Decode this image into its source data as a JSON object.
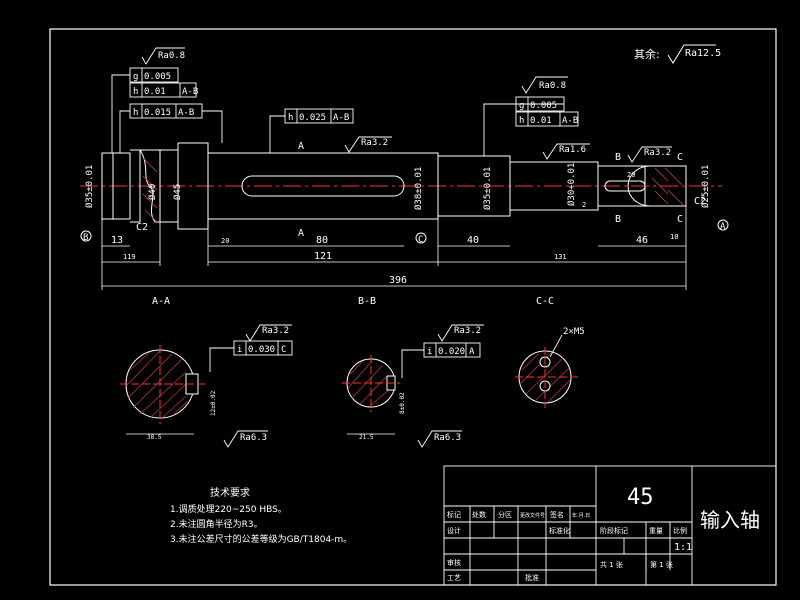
{
  "general_roughness": {
    "label": "其余:",
    "value": "Ra12.5"
  },
  "roughness": {
    "r1": "Ra0.8",
    "r2": "Ra0.8",
    "r3": "Ra3.2",
    "r4": "Ra1.6",
    "r5": "Ra3.2",
    "r6": "Ra3.2",
    "r7": "Ra3.2",
    "r8": "Ra6.3",
    "r9": "Ra6.3"
  },
  "tolerances": {
    "t1": {
      "sym": "g",
      "val": "0.005",
      "ref": ""
    },
    "t2": {
      "sym": "h",
      "val": "0.01",
      "ref": "A-B"
    },
    "t3": {
      "sym": "h",
      "val": "0.015",
      "ref": "A-B"
    },
    "t4": {
      "sym": "h",
      "val": "0.025",
      "ref": "A-B"
    },
    "t5": {
      "sym": "g",
      "val": "0.005",
      "ref": ""
    },
    "t6": {
      "sym": "h",
      "val": "0.01",
      "ref": "A-B"
    },
    "t7": {
      "sym": "i",
      "val": "0.030",
      "ref": "C"
    },
    "t8": {
      "sym": "i",
      "val": "0.020",
      "ref": "A"
    }
  },
  "dims": {
    "d396": "396",
    "d121": "121",
    "d131": "131",
    "d119": "119",
    "d80": "80",
    "d40": "40",
    "d46": "46",
    "d13": "13",
    "d20": "20",
    "d10": "10",
    "d2": "2",
    "c2a": "C2",
    "c2b": "C2",
    "dia40": "Ø40",
    "dia45": "Ø45",
    "dia35a": "Ø35±0.01",
    "dia35b": "Ø35±0.01",
    "dia38": "Ø38±0.01",
    "dia30": "Ø30+0.01",
    "dia25": "Ø25±0.01",
    "tap": "2×M5",
    "w1": "12±0.02",
    "w2": "8±0.02",
    "d30s": "38.5",
    "d21s": "21.5"
  },
  "datum_labels": {
    "a": "A",
    "b": "B",
    "c": "C",
    "a2": "A",
    "b2": "B",
    "c2": "C",
    "b3": "B",
    "c3": "C",
    "aa": "A"
  },
  "sections": {
    "aa": "A-A",
    "bb": "B-B",
    "cc": "C-C"
  },
  "tech_req": {
    "title": "技术要求",
    "lines": [
      "1.调质处理220~250 HBS。",
      "2.未注圆角半径为R3。",
      "3.未注公差尺寸的公差等级为GB/T1804-m。"
    ]
  },
  "title_block": {
    "material": "45",
    "part_name": "输入轴",
    "scale": "1:1",
    "c_mark": "标记",
    "c_count": "处数",
    "c_zone": "分区",
    "c_docno": "更改文件号",
    "c_sign": "签名",
    "c_date": "年.月.日",
    "c_design": "设计",
    "c_std": "标准化",
    "c_stage": "阶段标记",
    "c_weight": "重量",
    "c_scale": "比例",
    "c_review": "审核",
    "c_process": "工艺",
    "c_approve": "批准",
    "c_sheets": "共 1 张",
    "c_sheet": "第 1 张"
  }
}
